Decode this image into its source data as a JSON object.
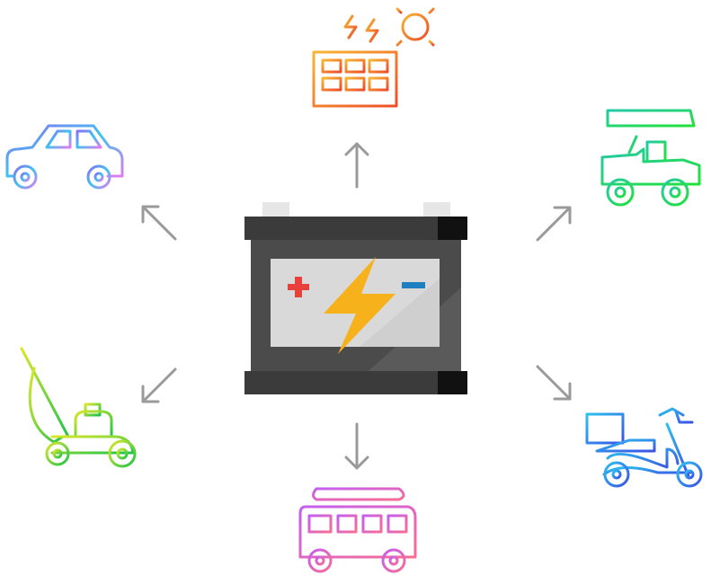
{
  "diagram": {
    "center": {
      "icon": "car-battery-icon",
      "symbols": [
        "+",
        "−"
      ]
    },
    "applications": [
      {
        "id": "solar",
        "icon": "solar-panel-icon"
      },
      {
        "id": "golf-cart",
        "icon": "golf-cart-icon"
      },
      {
        "id": "scooter",
        "icon": "delivery-scooter-icon"
      },
      {
        "id": "camper-van",
        "icon": "camper-van-icon"
      },
      {
        "id": "lawn-mower",
        "icon": "lawn-mower-icon"
      },
      {
        "id": "car",
        "icon": "car-icon"
      }
    ]
  },
  "colors": {
    "arrow": "#9a9a9a",
    "battery_body": "#3b3b3b",
    "battery_panel": "#d9d9d9",
    "bolt": "#f7b11b",
    "plus": "#e8413b",
    "minus": "#1e7fc1"
  }
}
